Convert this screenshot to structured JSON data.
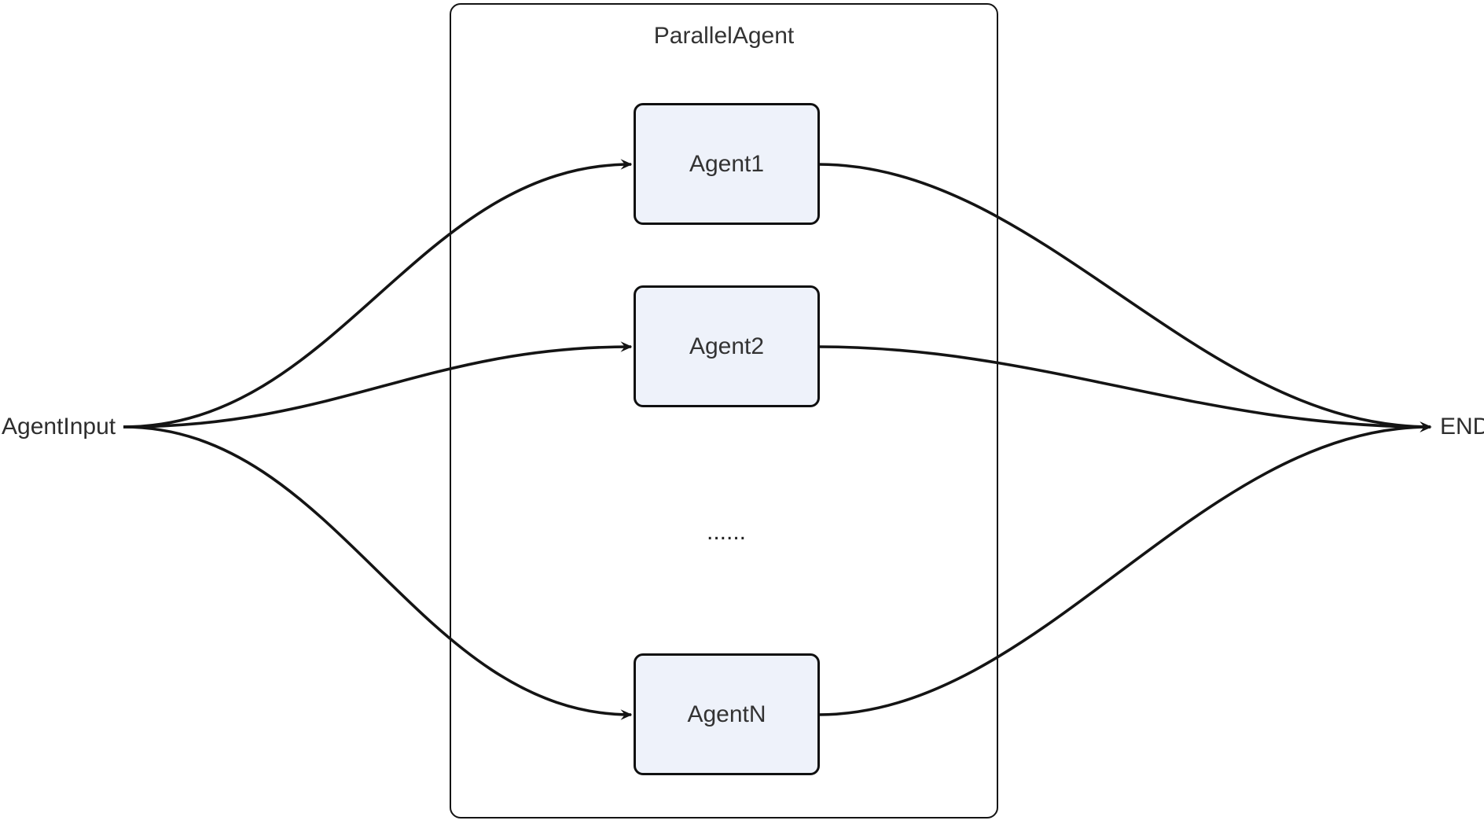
{
  "diagram": {
    "input_label": "AgentInput",
    "end_label": "END",
    "container": {
      "title": "ParallelAgent"
    },
    "nodes": [
      {
        "label": "Agent1"
      },
      {
        "label": "Agent2"
      },
      {
        "label": "AgentN"
      }
    ],
    "ellipsis": "......",
    "colors": {
      "background": "#FFFFFF",
      "node_fill": "#EEF2FA",
      "stroke": "#141414",
      "text": "#333333"
    }
  }
}
